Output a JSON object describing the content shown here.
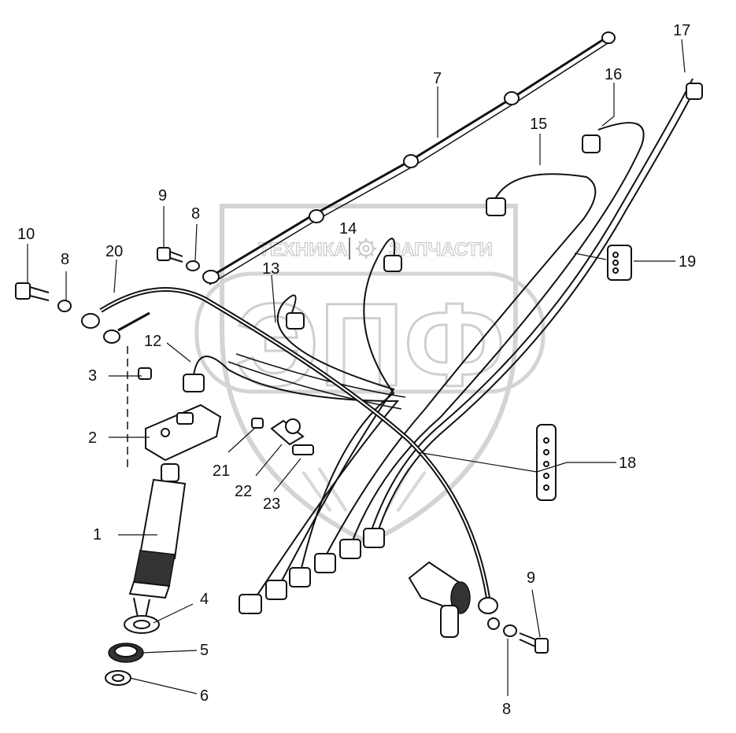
{
  "watermark": {
    "brand_letters": "ЭПФ",
    "left_word": "ТЕХНИКА",
    "right_word": "ЗАПЧАСТИ",
    "gear": "gear-icon"
  },
  "callouts": [
    {
      "id": "c1",
      "label": "1"
    },
    {
      "id": "c2",
      "label": "2"
    },
    {
      "id": "c3",
      "label": "3"
    },
    {
      "id": "c4",
      "label": "4"
    },
    {
      "id": "c5",
      "label": "5"
    },
    {
      "id": "c6",
      "label": "6"
    },
    {
      "id": "c7",
      "label": "7"
    },
    {
      "id": "c8a",
      "label": "8"
    },
    {
      "id": "c8b",
      "label": "8"
    },
    {
      "id": "c8c",
      "label": "8"
    },
    {
      "id": "c9a",
      "label": "9"
    },
    {
      "id": "c9b",
      "label": "9"
    },
    {
      "id": "c10",
      "label": "10"
    },
    {
      "id": "c12",
      "label": "12"
    },
    {
      "id": "c13",
      "label": "13"
    },
    {
      "id": "c14",
      "label": "14"
    },
    {
      "id": "c15",
      "label": "15"
    },
    {
      "id": "c16",
      "label": "16"
    },
    {
      "id": "c17",
      "label": "17"
    },
    {
      "id": "c18",
      "label": "18"
    },
    {
      "id": "c19",
      "label": "19"
    },
    {
      "id": "c20",
      "label": "20"
    },
    {
      "id": "c21",
      "label": "21"
    },
    {
      "id": "c22",
      "label": "22"
    },
    {
      "id": "c23",
      "label": "23"
    }
  ]
}
